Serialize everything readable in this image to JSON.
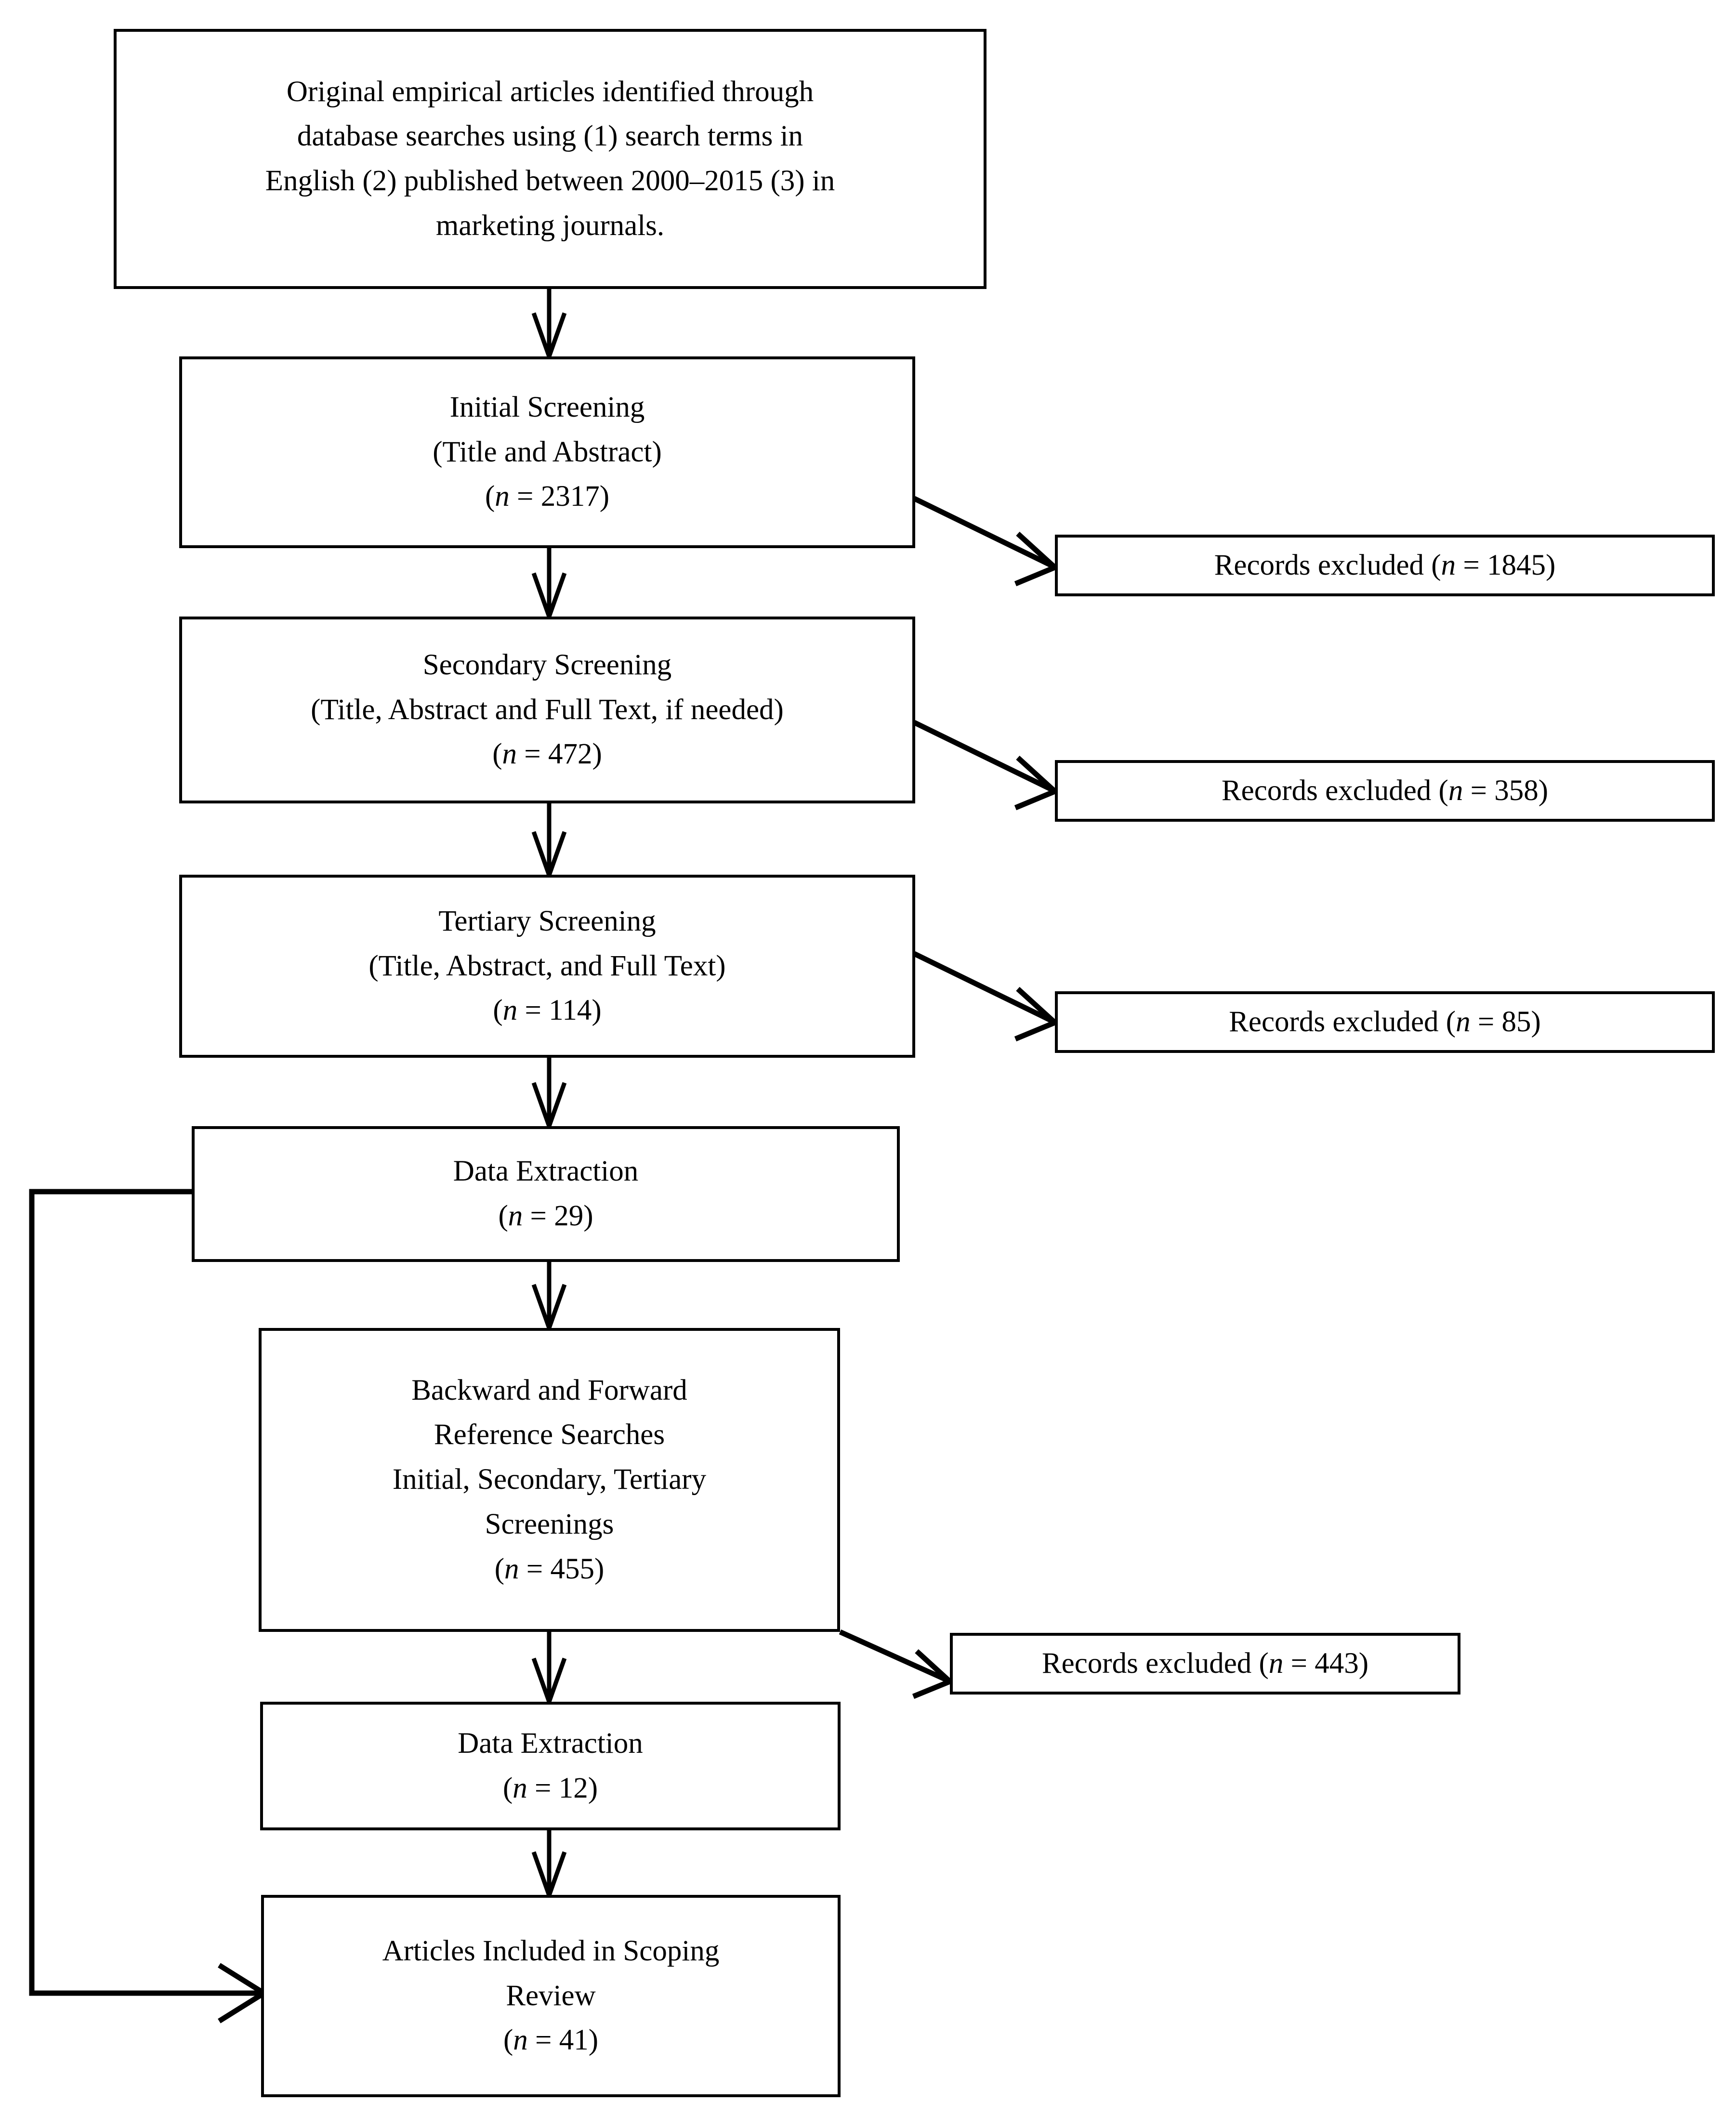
{
  "diagram": {
    "type": "flowchart",
    "title": "PRISMA-style article selection flow diagram",
    "colors": {
      "background": "#ffffff",
      "stroke": "#000000",
      "text": "#000000"
    },
    "nodes": [
      {
        "id": "identification",
        "name": "identification-box",
        "lines": [
          "Original empirical articles identified through",
          "database searches using (1) search terms in",
          "English (2) published between 2000–2015 (3) in",
          "marketing journals."
        ]
      },
      {
        "id": "initial-screening",
        "name": "initial-screening-box",
        "lines": [
          "Initial Screening",
          "(Title and Abstract)"
        ],
        "count_label": "n",
        "count_value": "2317",
        "count_text": "(n = 2317)"
      },
      {
        "id": "excluded-1",
        "name": "records-excluded-1845-box",
        "lines": [
          "Records excluded (n = 1845)"
        ],
        "count_label": "n",
        "count_value": "1845",
        "prefix": "Records excluded ("
      },
      {
        "id": "secondary-screening",
        "name": "secondary-screening-box",
        "lines": [
          "Secondary Screening",
          "(Title, Abstract and Full Text, if needed)"
        ],
        "count_label": "n",
        "count_value": "472",
        "count_text": "(n = 472)"
      },
      {
        "id": "excluded-2",
        "name": "records-excluded-358-box",
        "lines": [
          "Records excluded (n = 358)"
        ],
        "count_label": "n",
        "count_value": "358",
        "prefix": "Records excluded ("
      },
      {
        "id": "tertiary-screening",
        "name": "tertiary-screening-box",
        "lines": [
          "Tertiary Screening",
          "(Title, Abstract, and Full Text)"
        ],
        "count_label": "n",
        "count_value": "114",
        "count_text": "(n = 114)"
      },
      {
        "id": "excluded-3",
        "name": "records-excluded-85-box",
        "lines": [
          "Records excluded (n = 85)"
        ],
        "count_label": "n",
        "count_value": "85",
        "prefix": "Records excluded ("
      },
      {
        "id": "data-extraction-29",
        "name": "data-extraction-29-box",
        "lines": [
          "Data Extraction"
        ],
        "count_label": "n",
        "count_value": "29",
        "count_text": "(n = 29)"
      },
      {
        "id": "reference-searches",
        "name": "backward-forward-reference-searches-box",
        "lines": [
          "Backward and Forward",
          "Reference Searches",
          "Initial, Secondary, Tertiary",
          "Screenings"
        ],
        "count_label": "n",
        "count_value": "455",
        "count_text": "(n = 455)"
      },
      {
        "id": "excluded-4",
        "name": "records-excluded-443-box",
        "lines": [
          "Records excluded (n = 443)"
        ],
        "count_label": "n",
        "count_value": "443",
        "prefix": "Records excluded ("
      },
      {
        "id": "data-extraction-12",
        "name": "data-extraction-12-box",
        "lines": [
          "Data Extraction"
        ],
        "count_label": "n",
        "count_value": "12",
        "count_text": "(n = 12)"
      },
      {
        "id": "included",
        "name": "articles-included-box",
        "lines": [
          "Articles Included in Scoping",
          "Review"
        ],
        "count_label": "n",
        "count_value": "41",
        "count_text": "(n = 41)"
      }
    ],
    "text": {
      "identification_l1": "Original empirical articles identified through",
      "identification_l2": "database searches using (1) search terms in",
      "identification_l3": "English (2) published between 2000–2015 (3) in",
      "identification_l4": "marketing journals.",
      "initial_l1": "Initial Screening",
      "initial_l2": "(Title and Abstract)",
      "initial_n_open": "(",
      "initial_n_var": "n",
      "initial_n_rest": " = 2317)",
      "excl1_pre": "Records excluded (",
      "excl1_var": "n",
      "excl1_rest": " = 1845)",
      "secondary_l1": "Secondary Screening",
      "secondary_l2": "(Title, Abstract and Full Text, if needed)",
      "secondary_n_open": "(",
      "secondary_n_var": "n",
      "secondary_n_rest": " = 472)",
      "excl2_pre": "Records excluded (",
      "excl2_var": "n",
      "excl2_rest": " = 358)",
      "tertiary_l1": "Tertiary Screening",
      "tertiary_l2": "(Title, Abstract, and Full Text)",
      "tertiary_n_open": "(",
      "tertiary_n_var": "n",
      "tertiary_n_rest": " = 114)",
      "excl3_pre": "Records excluded (",
      "excl3_var": "n",
      "excl3_rest": " = 85)",
      "de29_l1": "Data Extraction",
      "de29_n_open": "(",
      "de29_n_var": "n",
      "de29_n_rest": " = 29)",
      "ref_l1": "Backward and Forward",
      "ref_l2": "Reference Searches",
      "ref_l3": "Initial, Secondary, Tertiary",
      "ref_l4": "Screenings",
      "ref_n_open": "(",
      "ref_n_var": "n",
      "ref_n_rest": " = 455)",
      "excl4_pre": "Records excluded (",
      "excl4_var": "n",
      "excl4_rest": " = 443)",
      "de12_l1": "Data Extraction",
      "de12_n_open": "(",
      "de12_n_var": "n",
      "de12_n_rest": " = 12)",
      "incl_l1": "Articles Included in Scoping",
      "incl_l2": "Review",
      "incl_n_open": "(",
      "incl_n_var": "n",
      "incl_n_rest": " = 41)"
    },
    "flow_counts": {
      "initial_screening": 2317,
      "excluded_after_initial": 1845,
      "secondary_screening": 472,
      "excluded_after_secondary": 358,
      "tertiary_screening": 114,
      "excluded_after_tertiary": 85,
      "data_extraction_first": 29,
      "reference_searches": 455,
      "excluded_after_reference_searches": 443,
      "data_extraction_second": 12,
      "articles_included": 41
    }
  }
}
